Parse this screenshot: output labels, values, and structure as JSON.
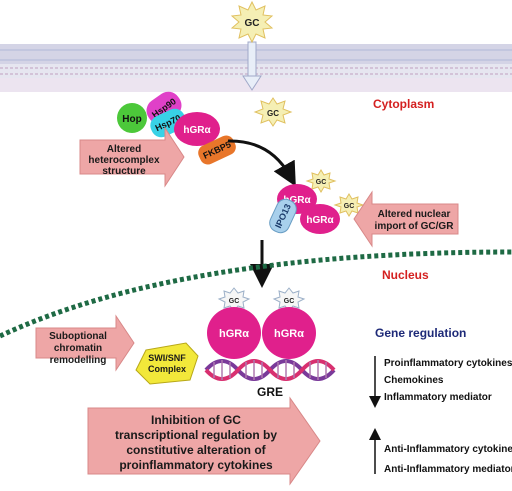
{
  "labels": {
    "gc": "GC",
    "hsp90": "Hsp90",
    "hop": "Hop",
    "hsp70": "Hsp70",
    "hgr": "hGRα",
    "fkbp5": "FKBP5",
    "ipo13": "IPO13",
    "cytoplasm": "Cytoplasm",
    "nucleus": "Nucleus",
    "gene_regulation": "Gene regulation",
    "swi_snf_line1": "SWI/SNF",
    "swi_snf_line2": "Complex",
    "gre": "GRE"
  },
  "arrows": {
    "altered_heterocomplex": [
      "Altered",
      "heterocomplex",
      "structure"
    ],
    "altered_import": [
      "Altered nuclear",
      "import of GC/GR"
    ],
    "chromatin": [
      "Suboptional",
      "chromatin",
      "remodelling"
    ],
    "inhibition": [
      "Inhibition of GC",
      "transcriptional regulation by",
      "constitutive alteration of",
      "proinflammatory cytokines"
    ]
  },
  "gene_list_down": [
    "Proinflammatory cytokines",
    "Chemokines",
    "Inflammatory mediator"
  ],
  "gene_list_up": [
    "Anti-Inflammatory cytokines",
    "Anti-Inflammatory mediator"
  ],
  "colors": {
    "gc_star": "#f5efb4",
    "hop": "#4cc83a",
    "hsp90": "#e040c8",
    "hsp70": "#38d2e6",
    "hgr": "#e0208c",
    "fkbp5": "#e8762a",
    "ipo13": "#a8d0ec",
    "arrow_fill": "#eea6a6",
    "title_red": "#d42020",
    "title_blue": "#1e2a78",
    "nucleus_dots": "#1e6a44",
    "membrane": "#d6d6e6",
    "swi_snf": "#f2e83a",
    "dna_purple": "#7a3a9a",
    "dna_pink": "#d83070"
  }
}
